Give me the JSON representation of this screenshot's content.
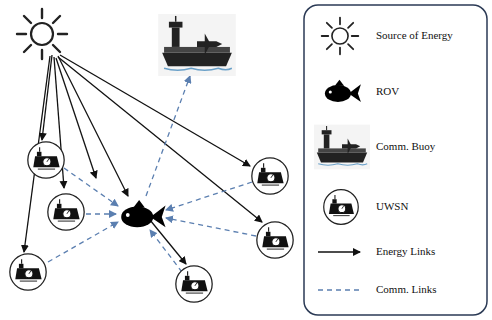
{
  "diagram": {
    "legend": [
      {
        "text": "Source of Energy"
      },
      {
        "text": "ROV"
      },
      {
        "text": "Comm. Buoy"
      },
      {
        "text": "UWSN"
      },
      {
        "text": "Energy Links"
      },
      {
        "text": "Comm. Links"
      }
    ]
  }
}
